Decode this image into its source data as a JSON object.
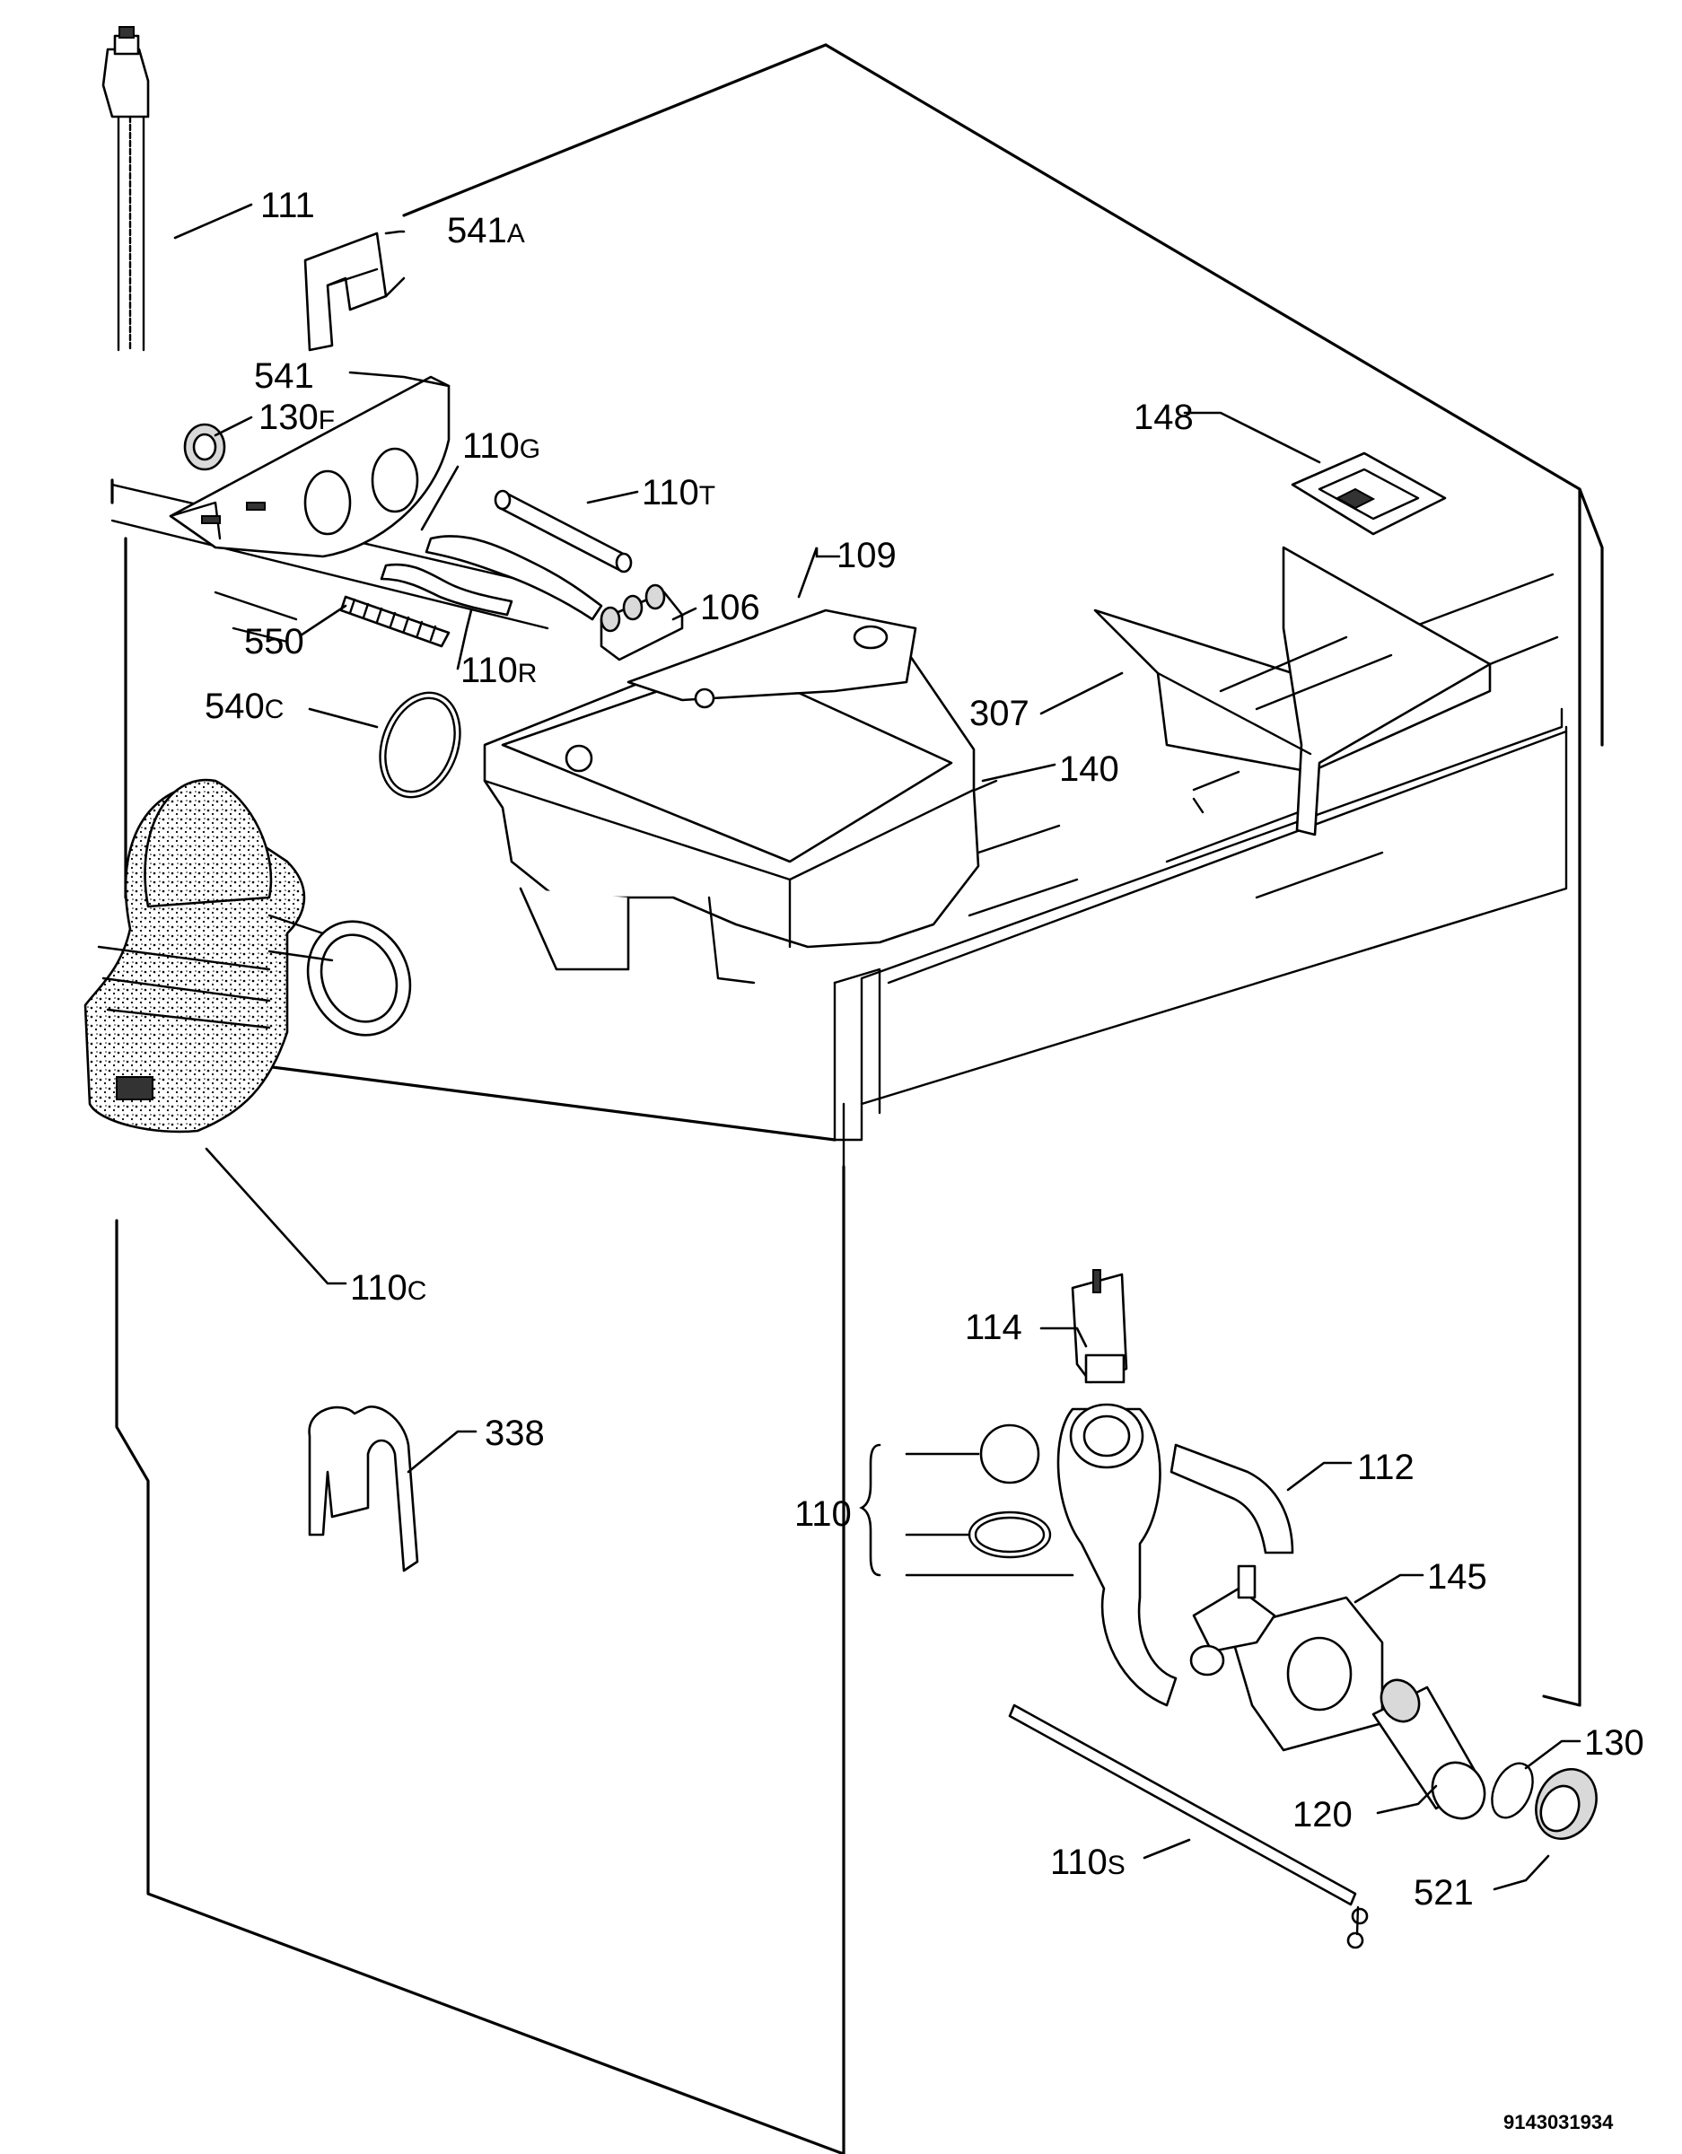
{
  "diagram": {
    "document_code": "9143031934",
    "part_labels": {
      "p111": "111",
      "p541a": "541",
      "p541a_sfx": "A",
      "p541": "541",
      "p130f": "130",
      "p130f_sfx": "F",
      "p110g": "110",
      "p110g_sfx": "G",
      "p110t": "110",
      "p110t_sfx": "T",
      "p148": "148",
      "p109": "109",
      "p106": "106",
      "p550": "550",
      "p110r": "110",
      "p110r_sfx": "R",
      "p540c": "540",
      "p540c_sfx": "C",
      "p307": "307",
      "p140": "140",
      "p110c": "110",
      "p110c_sfx": "C",
      "p114": "114",
      "p338": "338",
      "p112": "112",
      "p110": "110",
      "p145": "145",
      "p130": "130",
      "p120": "120",
      "p110s": "110",
      "p110s_sfx": "S",
      "p521": "521"
    }
  }
}
